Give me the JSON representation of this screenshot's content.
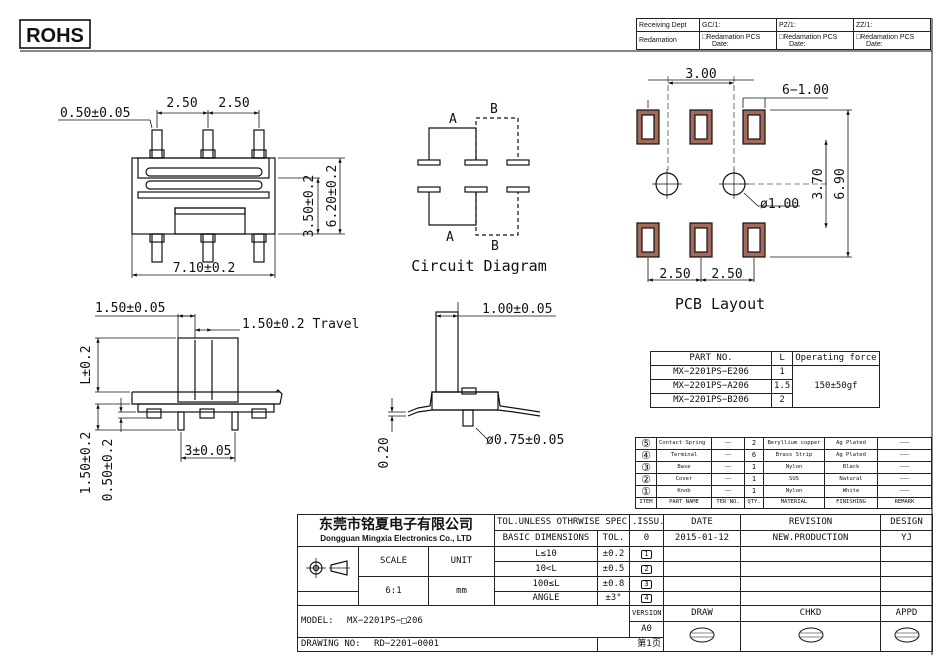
{
  "badge": "ROHS",
  "rev_table": {
    "col1": [
      "Receiving Dept",
      "Redamation"
    ],
    "gc": "GC/1:",
    "pz": "PZ/1:",
    "zz": "ZZ/1:",
    "cell": [
      "□Redamation  PCS",
      "Date:"
    ]
  },
  "dims": {
    "top_pitch_a": "2.50",
    "top_pitch_b": "2.50",
    "pin_width": "0.50±0.05",
    "height_a": "3.50±0.2",
    "height_b": "6.20±0.2",
    "width": "7.10±0.2",
    "pcb_top": "3.00",
    "pcb_slot": "6−1.00",
    "pcb_hole": "ø1.00",
    "pcb_v1": "3.70",
    "pcb_v2": "6.90",
    "pcb_bot_a": "2.50",
    "pcb_bot_b": "2.50",
    "side_knob": "1.50±0.05",
    "side_travel": "1.50±0.2 Travel",
    "side_L": "L±0.2",
    "side_bottom": "3±0.05",
    "side_h1": "1.50±0.2",
    "side_h2": "0.50±0.2",
    "end_knob": "1.00±0.05",
    "end_h": "0.20",
    "end_peg": "ø0.75±0.05"
  },
  "circuit": {
    "title": "Circuit Diagram",
    "label_a": "A",
    "label_b": "B"
  },
  "pcb_title": "PCB Layout",
  "parts": {
    "headers": [
      "PART NO.",
      "L",
      "Operating force"
    ],
    "rows": [
      {
        "part": "MX−2201PS−E206",
        "L": "1"
      },
      {
        "part": "MX−2201PS−A206",
        "L": "1.5"
      },
      {
        "part": "MX−2201PS−B206",
        "L": "2"
      }
    ],
    "force": "150±50gf"
  },
  "bom": {
    "headers": [
      "ITEM",
      "PART NAME",
      "TER'NO.",
      "QTY.",
      "MATERIAL",
      "FINISHING",
      "REMARK"
    ],
    "rows": [
      {
        "item": "⑤",
        "name": "Contact Spring",
        "ter": "——",
        "qty": "2",
        "material": "Beryllium copper",
        "finish": "Ag Plated",
        "remark": "———"
      },
      {
        "item": "④",
        "name": "Terminal",
        "ter": "——",
        "qty": "6",
        "material": "Brass Strip",
        "finish": "Ag Plated",
        "remark": "———"
      },
      {
        "item": "③",
        "name": "Base",
        "ter": "——",
        "qty": "1",
        "material": "Nylon",
        "finish": "Black",
        "remark": "———"
      },
      {
        "item": "②",
        "name": "Cover",
        "ter": "——",
        "qty": "1",
        "material": "SUS",
        "finish": "Natural",
        "remark": "———"
      },
      {
        "item": "①",
        "name": "Knob",
        "ter": "——",
        "qty": "1",
        "material": "Nylon",
        "finish": "White",
        "remark": "———"
      }
    ]
  },
  "title_block": {
    "company_cn": "东莞市铭夏电子有限公司",
    "company_en": "Dongguan Mingxia Electronics Co., LTD",
    "scale_label": "SCALE",
    "unit_label": "UNIT",
    "scale_val": "6:1",
    "unit_val": "mm",
    "tol_header": "TOL.UNLESS OTHRWISE SPEC.",
    "basic_dim": "BASIC DIMENSIONS",
    "tol_label": "TOL.",
    "tols": [
      {
        "range": "L≤10",
        "val": "±0.2"
      },
      {
        "range": "10<L",
        "val": "±0.5"
      },
      {
        "range": "100≤L",
        "val": "±0.8"
      },
      {
        "range": "ANGLE",
        "val": "±3°"
      }
    ],
    "issu_label": ".ISSU.",
    "date_label": "DATE",
    "revision_label": "REVISION",
    "design_label": "DESIGN",
    "issu_val": "0",
    "date_val": "2015-01-12",
    "revision_val": "NEW.PRODUCTION",
    "design_val": "YJ",
    "issue_marks": [
      "1",
      "2",
      "3",
      "4"
    ],
    "version_label": "VERSION",
    "version_val": "A0",
    "draw_label": "DRAW",
    "chkd_label": "CHKD",
    "appd_label": "APPD",
    "model_label": "MODEL:",
    "model_val": "MX−2201PS−□206",
    "drawing_label": "DRAWING NO:",
    "drawing_val": "RD−2201−0001",
    "page": "第1页"
  }
}
